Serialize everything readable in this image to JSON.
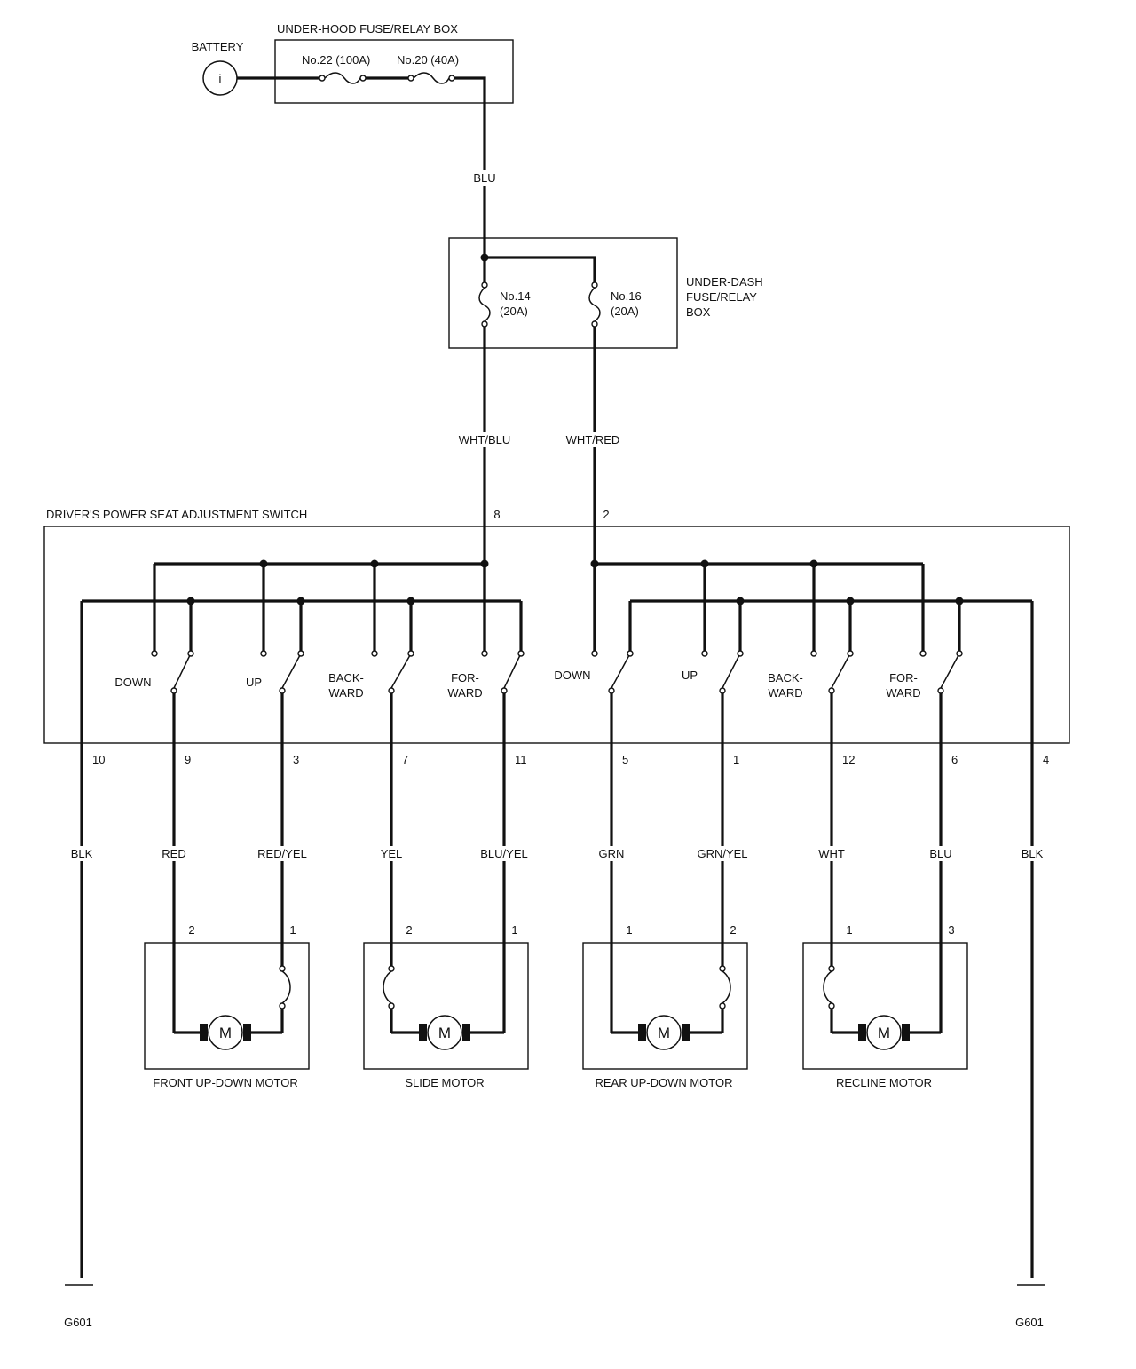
{
  "battery": {
    "label": "BATTERY",
    "symbol": "i"
  },
  "underhood": {
    "title": "UNDER-HOOD FUSE/RELAY BOX",
    "fuse_a": "No.22 (100A)",
    "fuse_b": "No.20 (40A)"
  },
  "wire_blu_top": "BLU",
  "underdash": {
    "title_l1": "UNDER-DASH",
    "title_l2": "FUSE/RELAY",
    "title_l3": "BOX",
    "fuse14_l1": "No.14",
    "fuse14_l2": "(20A)",
    "fuse16_l1": "No.16",
    "fuse16_l2": "(20A)"
  },
  "feed_left_color": "WHT/BLU",
  "feed_right_color": "WHT/RED",
  "switch": {
    "title": "DRIVER'S POWER SEAT ADJUSTMENT SWITCH",
    "pin_in_left": "8",
    "pin_in_right": "2"
  },
  "contacts": [
    {
      "label1": "DOWN",
      "label2": ""
    },
    {
      "label1": "UP",
      "label2": ""
    },
    {
      "label1": "BACK-",
      "label2": "WARD"
    },
    {
      "label1": "FOR-",
      "label2": "WARD"
    },
    {
      "label1": "DOWN",
      "label2": ""
    },
    {
      "label1": "UP",
      "label2": ""
    },
    {
      "label1": "BACK-",
      "label2": "WARD"
    },
    {
      "label1": "FOR-",
      "label2": "WARD"
    }
  ],
  "outputs": [
    {
      "pin": "10",
      "color": "BLK"
    },
    {
      "pin": "9",
      "color": "RED"
    },
    {
      "pin": "3",
      "color": "RED/YEL"
    },
    {
      "pin": "7",
      "color": "YEL"
    },
    {
      "pin": "11",
      "color": "BLU/YEL"
    },
    {
      "pin": "5",
      "color": "GRN"
    },
    {
      "pin": "1",
      "color": "GRN/YEL"
    },
    {
      "pin": "12",
      "color": "WHT"
    },
    {
      "pin": "6",
      "color": "BLU"
    },
    {
      "pin": "4",
      "color": "BLK"
    }
  ],
  "motors": [
    {
      "name": "FRONT UP-DOWN MOTOR",
      "symbol": "M",
      "pin_left": "2",
      "pin_right": "1"
    },
    {
      "name": "SLIDE MOTOR",
      "symbol": "M",
      "pin_left": "2",
      "pin_right": "1"
    },
    {
      "name": "REAR UP-DOWN MOTOR",
      "symbol": "M",
      "pin_left": "1",
      "pin_right": "2"
    },
    {
      "name": "RECLINE MOTOR",
      "symbol": "M",
      "pin_left": "1",
      "pin_right": "3"
    }
  ],
  "grounds": {
    "left": "G601",
    "right": "G601"
  }
}
